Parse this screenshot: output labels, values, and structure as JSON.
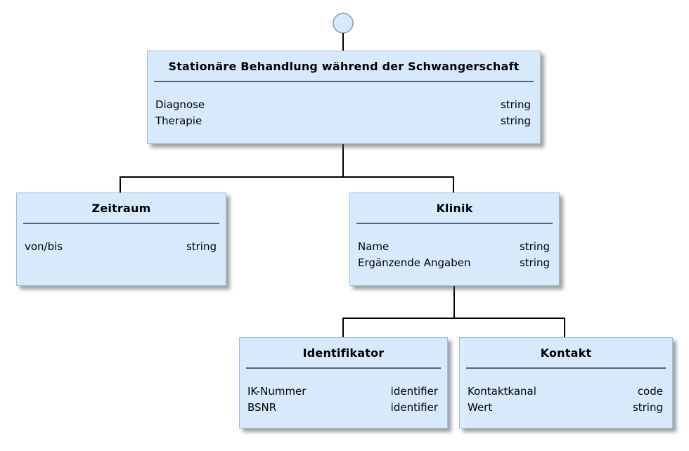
{
  "diagram": {
    "colors": {
      "box_fill": "#d7e9fb",
      "box_border": "#a3bdd6",
      "separator": "#55667a",
      "connector": "#000000",
      "circle_border": "#8f9aa6"
    },
    "root_indicator": "root-circle",
    "nodes": {
      "root": {
        "title": "Stationäre Behandlung während der Schwangerschaft",
        "attributes": [
          {
            "name": "Diagnose",
            "type": "string"
          },
          {
            "name": "Therapie",
            "type": "string"
          }
        ]
      },
      "zeitraum": {
        "title": "Zeitraum",
        "attributes": [
          {
            "name": "von/bis",
            "type": "string"
          }
        ]
      },
      "klinik": {
        "title": "Klinik",
        "attributes": [
          {
            "name": "Name",
            "type": "string"
          },
          {
            "name": "Ergänzende Angaben",
            "type": "string"
          }
        ]
      },
      "identifikator": {
        "title": "Identifikator",
        "attributes": [
          {
            "name": "IK-Nummer",
            "type": "identifier"
          },
          {
            "name": "BSNR",
            "type": "identifier"
          }
        ]
      },
      "kontakt": {
        "title": "Kontakt",
        "attributes": [
          {
            "name": "Kontaktkanal",
            "type": "code"
          },
          {
            "name": "Wert",
            "type": "string"
          }
        ]
      }
    }
  }
}
